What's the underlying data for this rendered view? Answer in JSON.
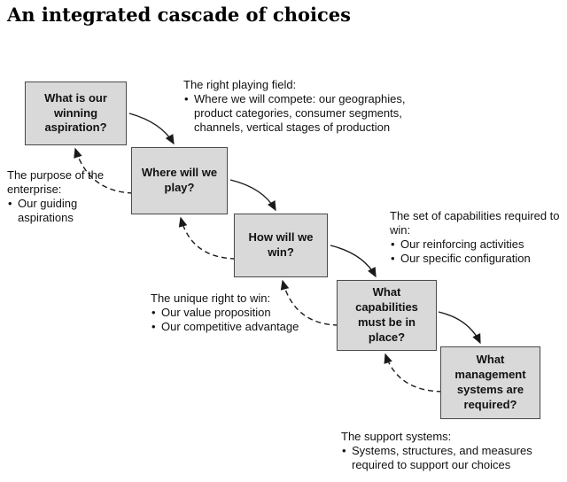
{
  "title": "An integrated cascade of choices",
  "boxes": {
    "aspiration": {
      "label": "What is our winning aspiration?"
    },
    "where": {
      "label": "Where will we play?"
    },
    "how": {
      "label": "How will we win?"
    },
    "capabilities": {
      "label": "What capabilities must be in place?"
    },
    "systems": {
      "label": "What management systems are required?"
    }
  },
  "annotations": {
    "playing_field": {
      "title": "The right playing field:",
      "bullets": [
        "Where we will compete: our geographies, product categories, consumer segments, channels, vertical stages of production"
      ]
    },
    "purpose": {
      "title": "The purpose of the enterprise:",
      "bullets": [
        "Our guiding aspirations"
      ]
    },
    "capabilities_set": {
      "title": "The set of capabilities required to win:",
      "bullets": [
        "Our reinforcing activities",
        "Our specific configuration"
      ]
    },
    "unique_right": {
      "title": "The unique right to win:",
      "bullets": [
        "Our value proposition",
        "Our competitive advantage"
      ]
    },
    "support": {
      "title": "The support systems:",
      "bullets": [
        "Systems, structures, and measures required to support our choices"
      ]
    }
  }
}
